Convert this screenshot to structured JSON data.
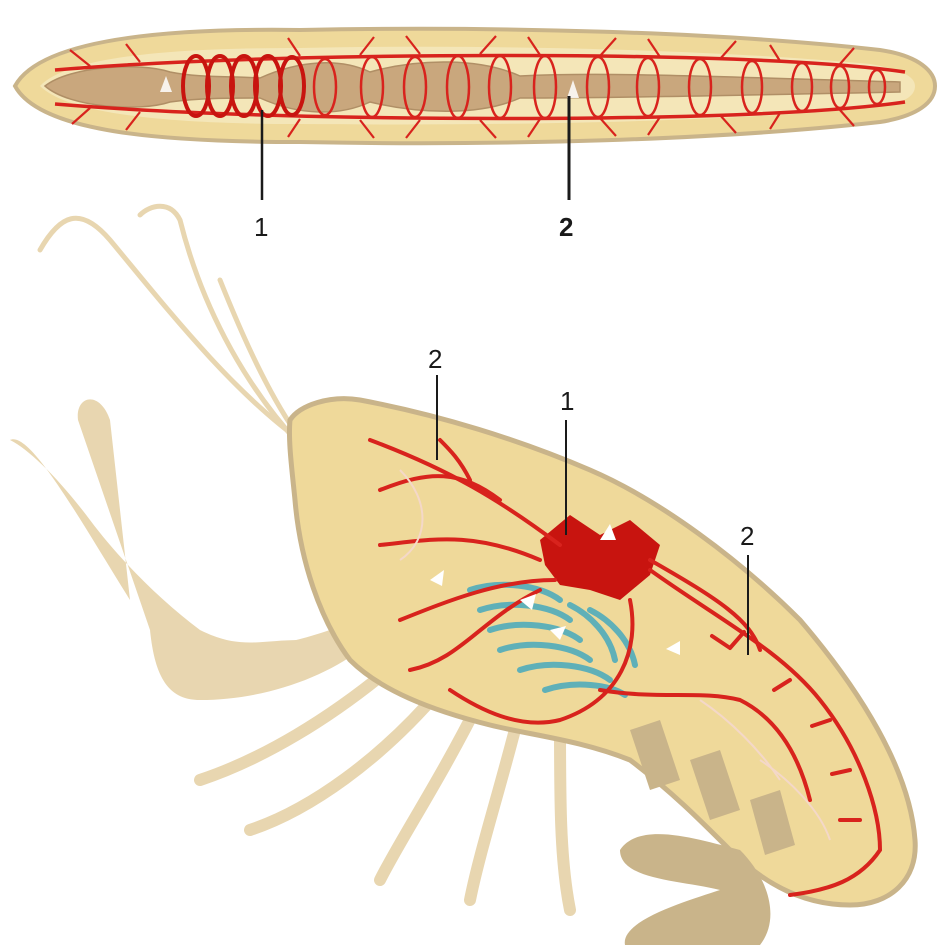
{
  "worm": {
    "labels": {
      "heart_rings": "1",
      "vessel": "2"
    }
  },
  "crayfish": {
    "labels": {
      "heart": "1",
      "vessel_front": "2",
      "vessel_tail": "2"
    }
  },
  "colors": {
    "body_fill": "#efd99a",
    "body_outline": "#c9b48a",
    "gut": "#c9a77d",
    "vessel": "#d8231d",
    "heart": "#c8140f",
    "gills": "#5fb0b8",
    "limb": "#e8d6b0",
    "label_line": "#1a1a1a"
  }
}
